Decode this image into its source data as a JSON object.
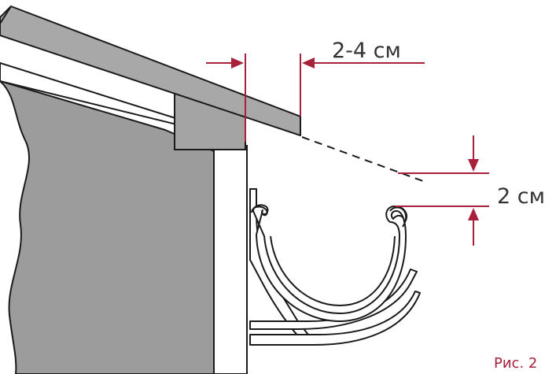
{
  "labels": {
    "overhang_dimension": "2-4 см",
    "drop_dimension": "2 см",
    "figure_caption": "Рис. 2"
  },
  "colors": {
    "dimension_red": "#a8203a",
    "dimension_text": "#333333",
    "caption_red": "#a8203a",
    "wall_gray": "#9c9c9c",
    "roof_gray": "#a8a8a8",
    "fascia_gray": "#a4a4a4",
    "outline": "#1a1a1a",
    "gutter_fill": "#ffffff"
  },
  "icons": {
    "dimension_arrow": "arrow-icon"
  }
}
